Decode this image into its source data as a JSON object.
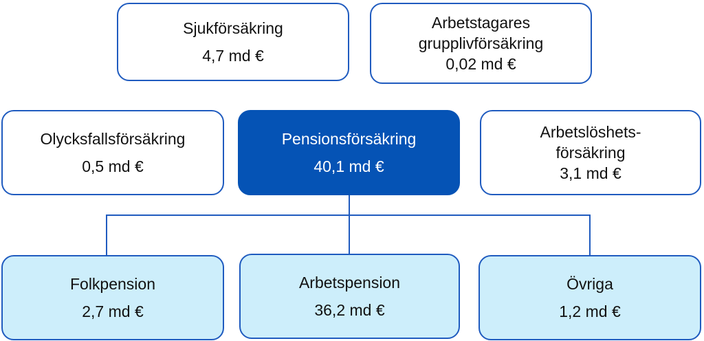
{
  "top": [
    {
      "label": "Sjukförsäkring",
      "value": "4,7 md €"
    },
    {
      "label": "Arbetstagares grupplivförsäkring",
      "value": "0,02 md €"
    }
  ],
  "middle": [
    {
      "label": "Olycksfallsförsäkring",
      "value": "0,5 md €"
    },
    {
      "label": "Pensionsförsäkring",
      "value": "40,1 md €"
    },
    {
      "label": "Arbetslöshets-försäkring",
      "value": "3,1 md €"
    }
  ],
  "bottom": [
    {
      "label": "Folkpension",
      "value": "2,7 md €"
    },
    {
      "label": "Arbetspension",
      "value": "36,2 md €"
    },
    {
      "label": "Övriga",
      "value": "1,2 md €"
    }
  ],
  "colors": {
    "accent": "#0553b5",
    "border": "#1f5bbf",
    "sub_fill": "#cdeefb"
  }
}
